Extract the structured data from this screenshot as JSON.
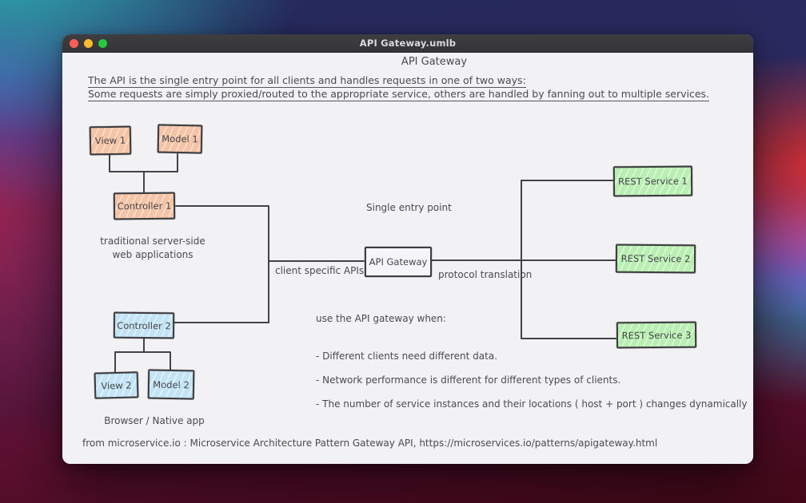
{
  "window": {
    "title": "API Gateway.umlb",
    "traffic_lights": {
      "close": "close-button",
      "minimize": "minimize-button",
      "zoom": "zoom-button"
    }
  },
  "diagram": {
    "heading": "API Gateway",
    "intro": [
      "The API is the single entry point for all clients and handles requests in one of two ways:",
      "Some requests are simply proxied/routed to the appropriate service, others are handled by fanning out to multiple services."
    ],
    "nodes": {
      "view1": "View 1",
      "model1": "Model 1",
      "controller1": "Controller 1",
      "controller2": "Controller 2",
      "view2": "View 2",
      "model2": "Model 2",
      "api_gateway": "API Gateway",
      "rest1": "REST Service 1",
      "rest2": "REST Service 2",
      "rest3": "REST Service 3"
    },
    "labels": {
      "traditional": "traditional server-side web applications",
      "browser": "Browser / Native app",
      "single_entry": "Single entry point",
      "client_specific": "client specific APIs",
      "protocol_translation": "protocol translation",
      "use_when": "use the API gateway when:"
    },
    "bullets": [
      "- Different clients need different data.",
      "- Network performance is different for different types of clients.",
      "- The number of service instances and their locations ( host + port ) changes dynamically"
    ],
    "footer": "from microservice.io : Microservice Architecture Pattern Gateway API,  https://microservices.io/patterns/apigateway.html"
  },
  "colors": {
    "server_mvc_fill": "#f5c3a5",
    "client_mvc_fill": "#c3e4f6",
    "service_fill": "#b9efb2",
    "stroke": "#3d3d40",
    "canvas": "#f2f2f4",
    "titlebar": "#39393b"
  }
}
